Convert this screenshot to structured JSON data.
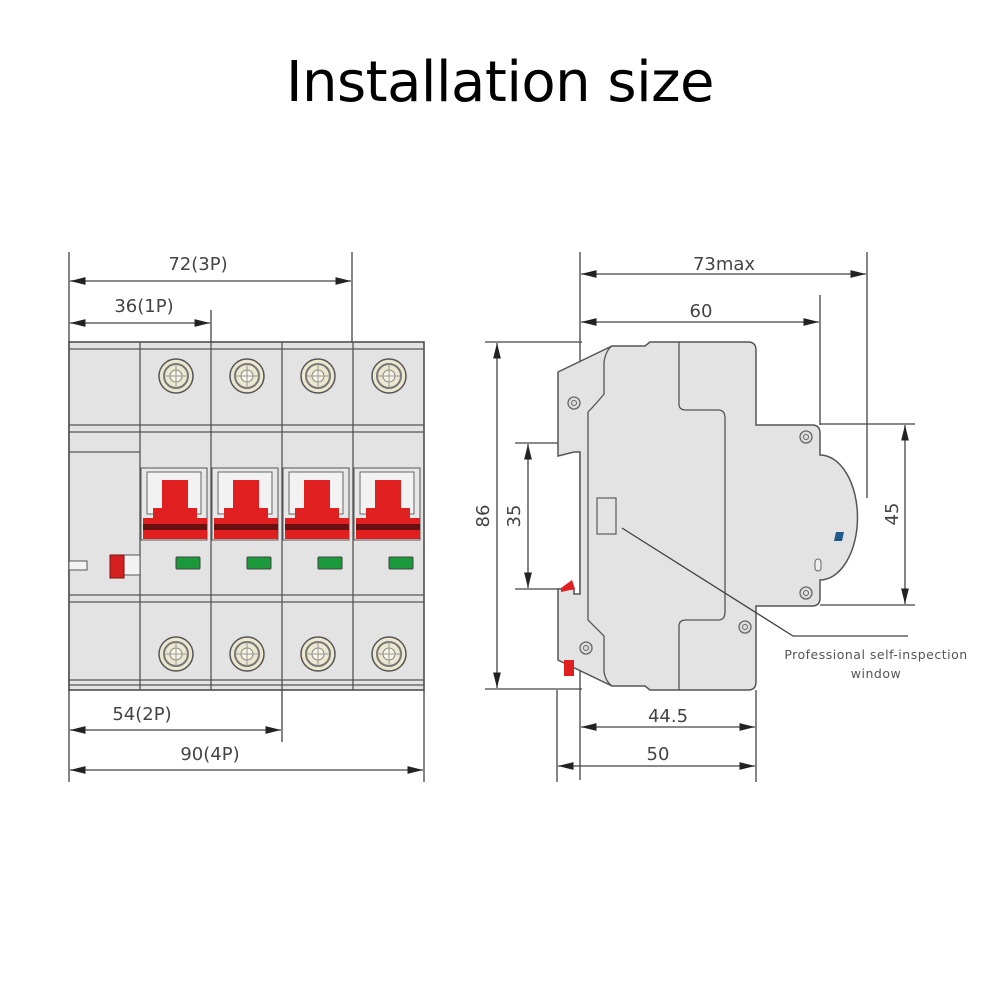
{
  "title": "Installation size",
  "front_view": {
    "dimensions": {
      "width_3p": "72(3P)",
      "width_1p": "36(1P)",
      "width_2p": "54(2P)",
      "width_4p": "90(4P)"
    },
    "poles": 4,
    "colors": {
      "handle": "#e02020",
      "indicator": "#1a9a3a",
      "terminal": "#ece7cf",
      "body": "#e3e3e3"
    }
  },
  "side_view": {
    "dimensions": {
      "depth_max": "73max",
      "depth": "60",
      "height": "86",
      "rail": "35",
      "front_height": "45",
      "base_depth": "44.5",
      "overall_base": "50"
    },
    "callout_line1": "Professional self-inspection",
    "callout_line2": "window",
    "colors": {
      "clip": "#e02020",
      "button": "#1f5a8a"
    }
  }
}
